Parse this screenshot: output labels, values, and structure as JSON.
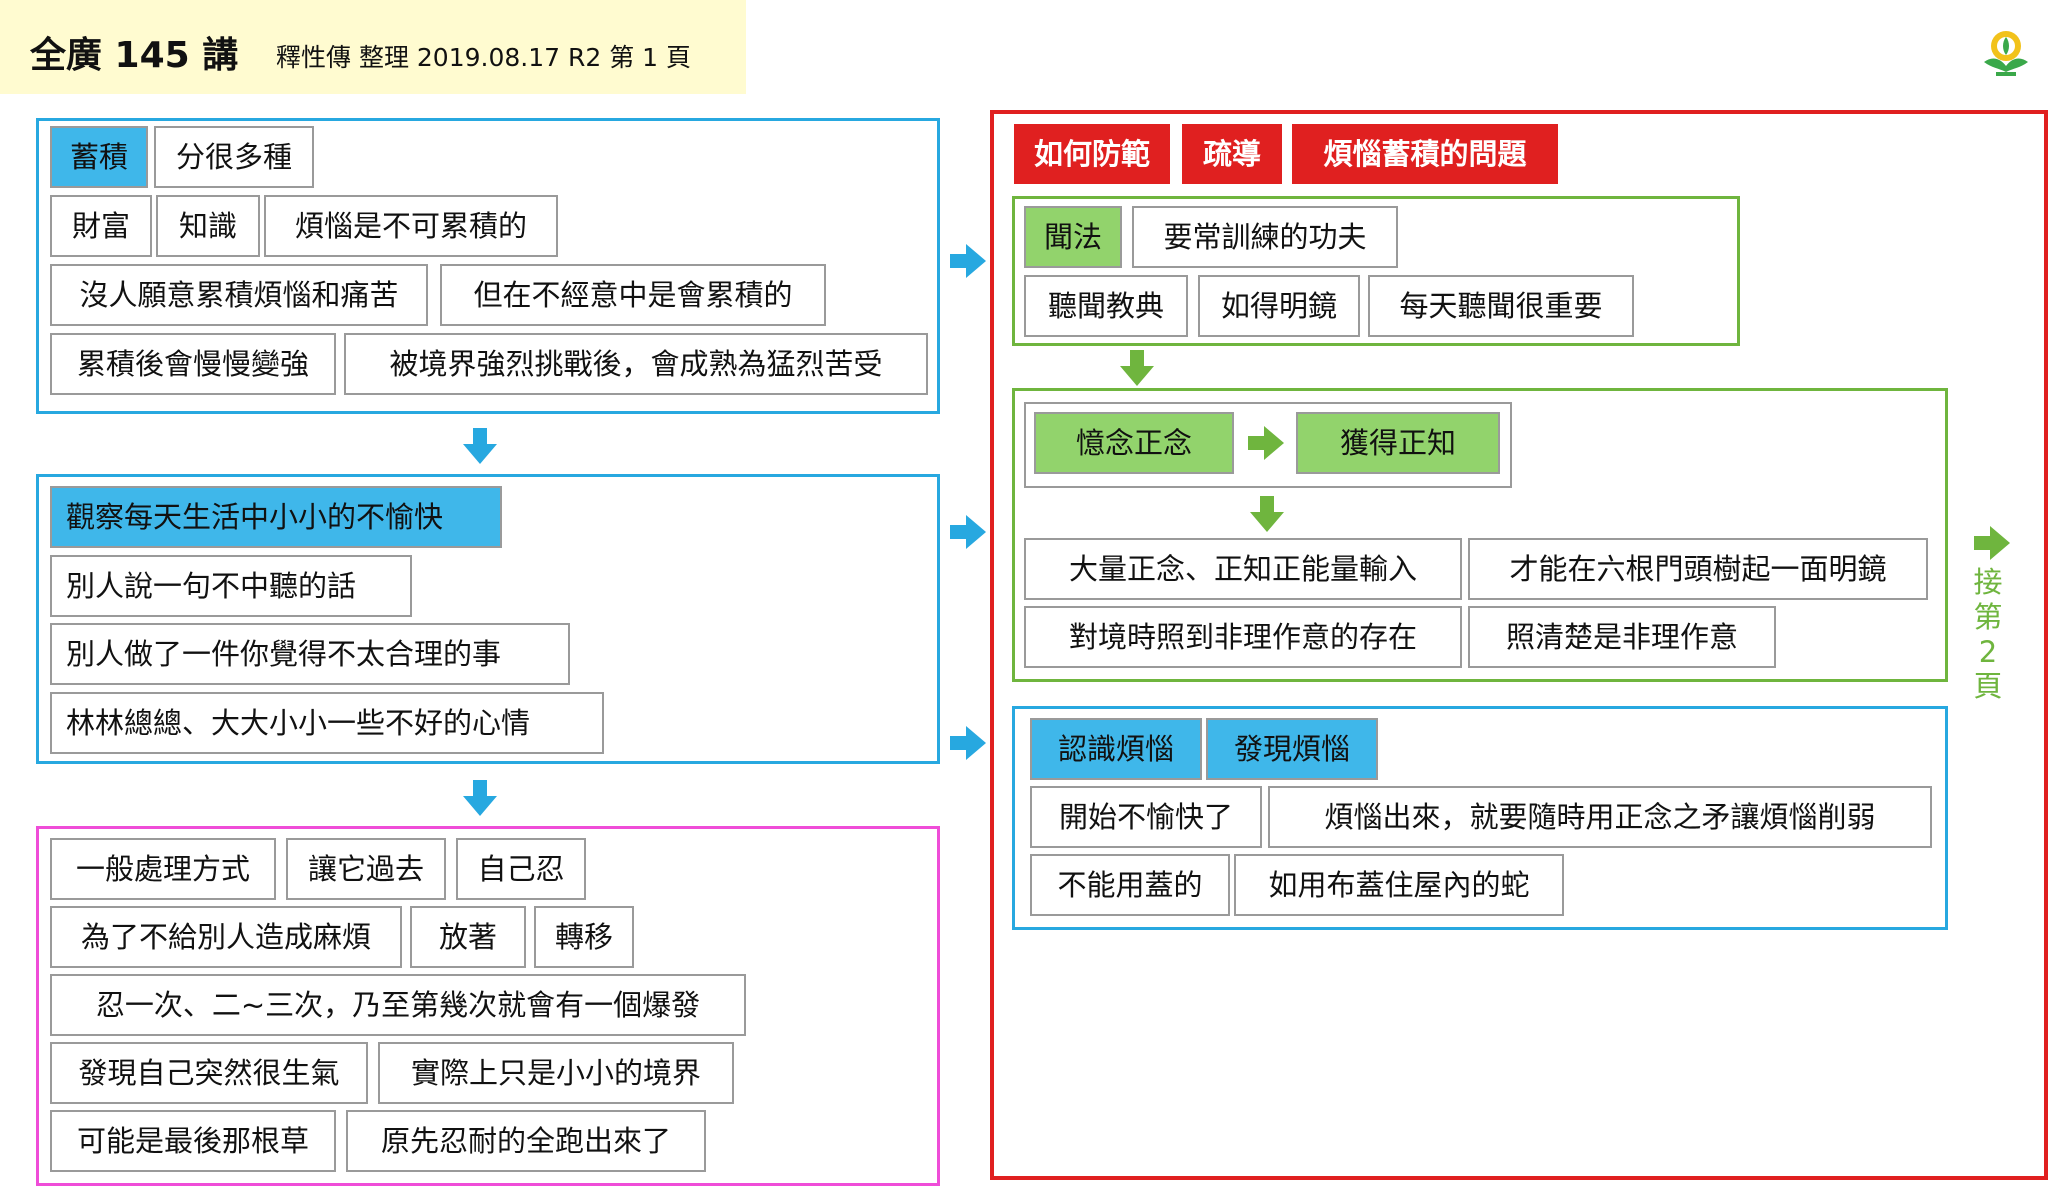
{
  "header": {
    "title_main": "全廣 145 講",
    "title_sub": "釋性傳 整理 2019.08.17 R2 第 1 頁",
    "logo_icon": "lotus-logo-icon",
    "bg_color": "#fffbd0"
  },
  "colors": {
    "blue": "#3fb7ea",
    "green": "#92d36c",
    "red": "#e02020",
    "magenta": "#ef4dd8",
    "frame_blue": "#27a8e0",
    "frame_green": "#6fb53e"
  },
  "left": {
    "panel1": {
      "row1": [
        "蓄積",
        "分很多種"
      ],
      "row2": [
        "財富",
        "知識",
        "煩惱是不可累積的"
      ],
      "row3": [
        "沒人願意累積煩惱和痛苦",
        "但在不經意中是會累積的"
      ],
      "row4": [
        "累積後會慢慢變強",
        "被境界強烈挑戰後，會成熟為猛烈苦受"
      ]
    },
    "panel2": {
      "head": "觀察每天生活中小小的不愉快",
      "items": [
        "別人說一句不中聽的話",
        "別人做了一件你覺得不太合理的事",
        "林林總總、大大小小一些不好的心情"
      ]
    },
    "panel3": {
      "row1": [
        "一般處理方式",
        "讓它過去",
        "自己忍"
      ],
      "row2": [
        "為了不給別人造成麻煩",
        "放著",
        "轉移"
      ],
      "row3": [
        "忍一次、二~三次，乃至第幾次就會有一個爆發"
      ],
      "row4": [
        "發現自己突然很生氣",
        "實際上只是小小的境界"
      ],
      "row5": [
        "可能是最後那根草",
        "原先忍耐的全跑出來了"
      ]
    }
  },
  "right": {
    "headers": [
      "如何防範",
      "疏導",
      "煩惱蓄積的問題"
    ],
    "panelA": {
      "row1": [
        "聞法",
        "要常訓練的功夫"
      ],
      "row2": [
        "聽聞教典",
        "如得明鏡",
        "每天聽聞很重要"
      ]
    },
    "panelB": {
      "flow": [
        "憶念正念",
        "獲得正知"
      ],
      "row1": [
        "大量正念、正知正能量輸入",
        "才能在六根門頭樹起一面明鏡"
      ],
      "row2": [
        "對境時照到非理作意的存在",
        "照清楚是非理作意"
      ]
    },
    "panelC": {
      "row1": [
        "認識煩惱",
        "發現煩惱"
      ],
      "row2": [
        "開始不愉快了",
        "煩惱出來，就要隨時用正念之矛讓煩惱削弱"
      ],
      "row3": [
        "不能用蓋的",
        "如用布蓋住屋內的蛇"
      ]
    },
    "continue_label": [
      "接",
      "第",
      "2",
      "頁"
    ]
  }
}
